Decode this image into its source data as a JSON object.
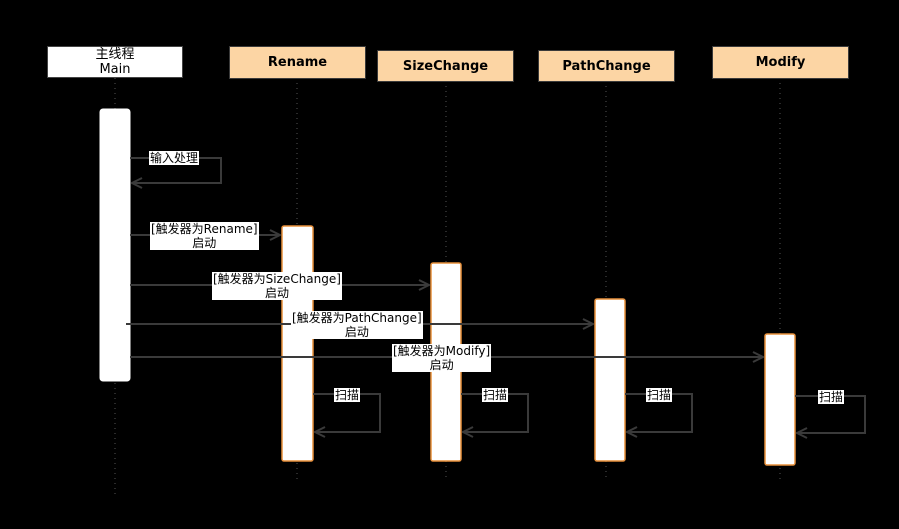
{
  "participants": {
    "main": {
      "line1": "主线程",
      "line2": "Main"
    },
    "rename": "Rename",
    "sizechange": "SizeChange",
    "pathchange": "PathChange",
    "modify": "Modify"
  },
  "messages": {
    "input": "输入处理",
    "start_rename": {
      "cond": "[触发器为Rename]",
      "action": "启动"
    },
    "start_size": {
      "cond": "[触发器为SizeChange]",
      "action": "启动"
    },
    "start_path": {
      "cond": "[触发器为PathChange]",
      "action": "启动"
    },
    "start_modify": {
      "cond": "[触发器为Modify]",
      "action": "启动"
    },
    "scan": "扫描"
  },
  "colors": {
    "background": "#000000",
    "participant_fill": "#fcd5a4",
    "activation_border": "#e8903a",
    "arrow": "#3a3a3a"
  }
}
